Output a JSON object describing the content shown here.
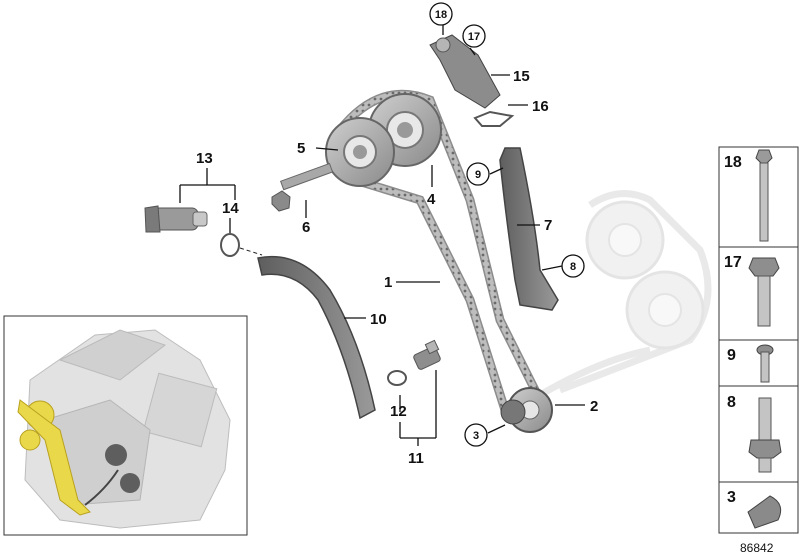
{
  "callouts": {
    "c1": "1",
    "c2": "2",
    "c3": "3",
    "c4": "4",
    "c5": "5",
    "c6": "6",
    "c7": "7",
    "c8": "8",
    "c9": "9",
    "c10": "10",
    "c11": "11",
    "c12": "12",
    "c13": "13",
    "c14": "14",
    "c15": "15",
    "c16": "16",
    "c17": "17",
    "c18": "18"
  },
  "parts_panel": {
    "items": [
      {
        "number": "18",
        "icon": "long-bolt-icon"
      },
      {
        "number": "17",
        "icon": "hex-bolt-icon"
      },
      {
        "number": "9",
        "icon": "torx-screw-icon"
      },
      {
        "number": "8",
        "icon": "stud-bolt-icon"
      },
      {
        "number": "3",
        "icon": "woodruff-key-icon"
      }
    ]
  },
  "reference_number": "86842",
  "colors": {
    "part_dark": "#6e6e6e",
    "part_mid": "#9a9a9a",
    "part_light": "#cfcfcf",
    "ghost": "#e4e4e4",
    "highlight": "#e9d84a",
    "line": "#111111"
  }
}
